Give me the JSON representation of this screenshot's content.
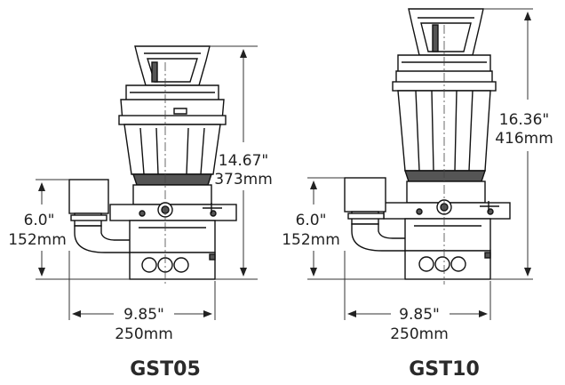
{
  "pumps": [
    {
      "model": "GST05",
      "height_in": "14.67\"",
      "height_mm": "373mm",
      "outlet_in": "6.0\"",
      "outlet_mm": "152mm",
      "width_in": "9.85\"",
      "width_mm": "250mm"
    },
    {
      "model": "GST10",
      "height_in": "16.36\"",
      "height_mm": "416mm",
      "outlet_in": "6.0\"",
      "outlet_mm": "152mm",
      "width_in": "9.85\"",
      "width_mm": "250mm"
    }
  ]
}
